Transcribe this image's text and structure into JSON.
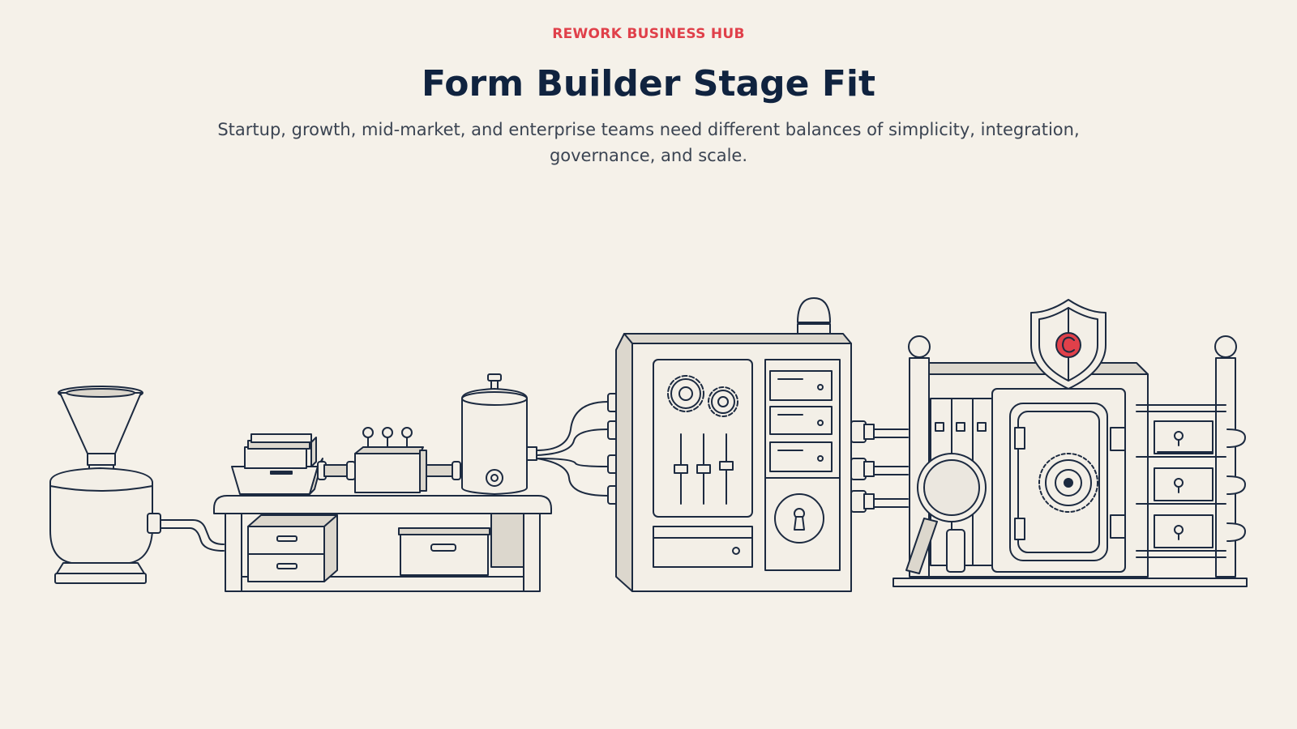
{
  "header": {
    "eyebrow": "REWORK BUSINESS HUB",
    "title": "Form Builder Stage Fit",
    "subtitle": "Startup, growth, mid-market, and enterprise teams need different balances of simplicity, integration, governance, and scale."
  },
  "colors": {
    "background": "#f5f1e9",
    "ink": "#1c2a40",
    "fill": "#f3efe7",
    "shade": "#dcd7cd",
    "accent": "#e0404a",
    "title": "#10233f"
  },
  "illustration": {
    "icons": [
      "funnel-grinder-icon",
      "workbench-icon",
      "tank-icon",
      "control-panel-icon",
      "vault-icon",
      "shield-icon"
    ]
  }
}
